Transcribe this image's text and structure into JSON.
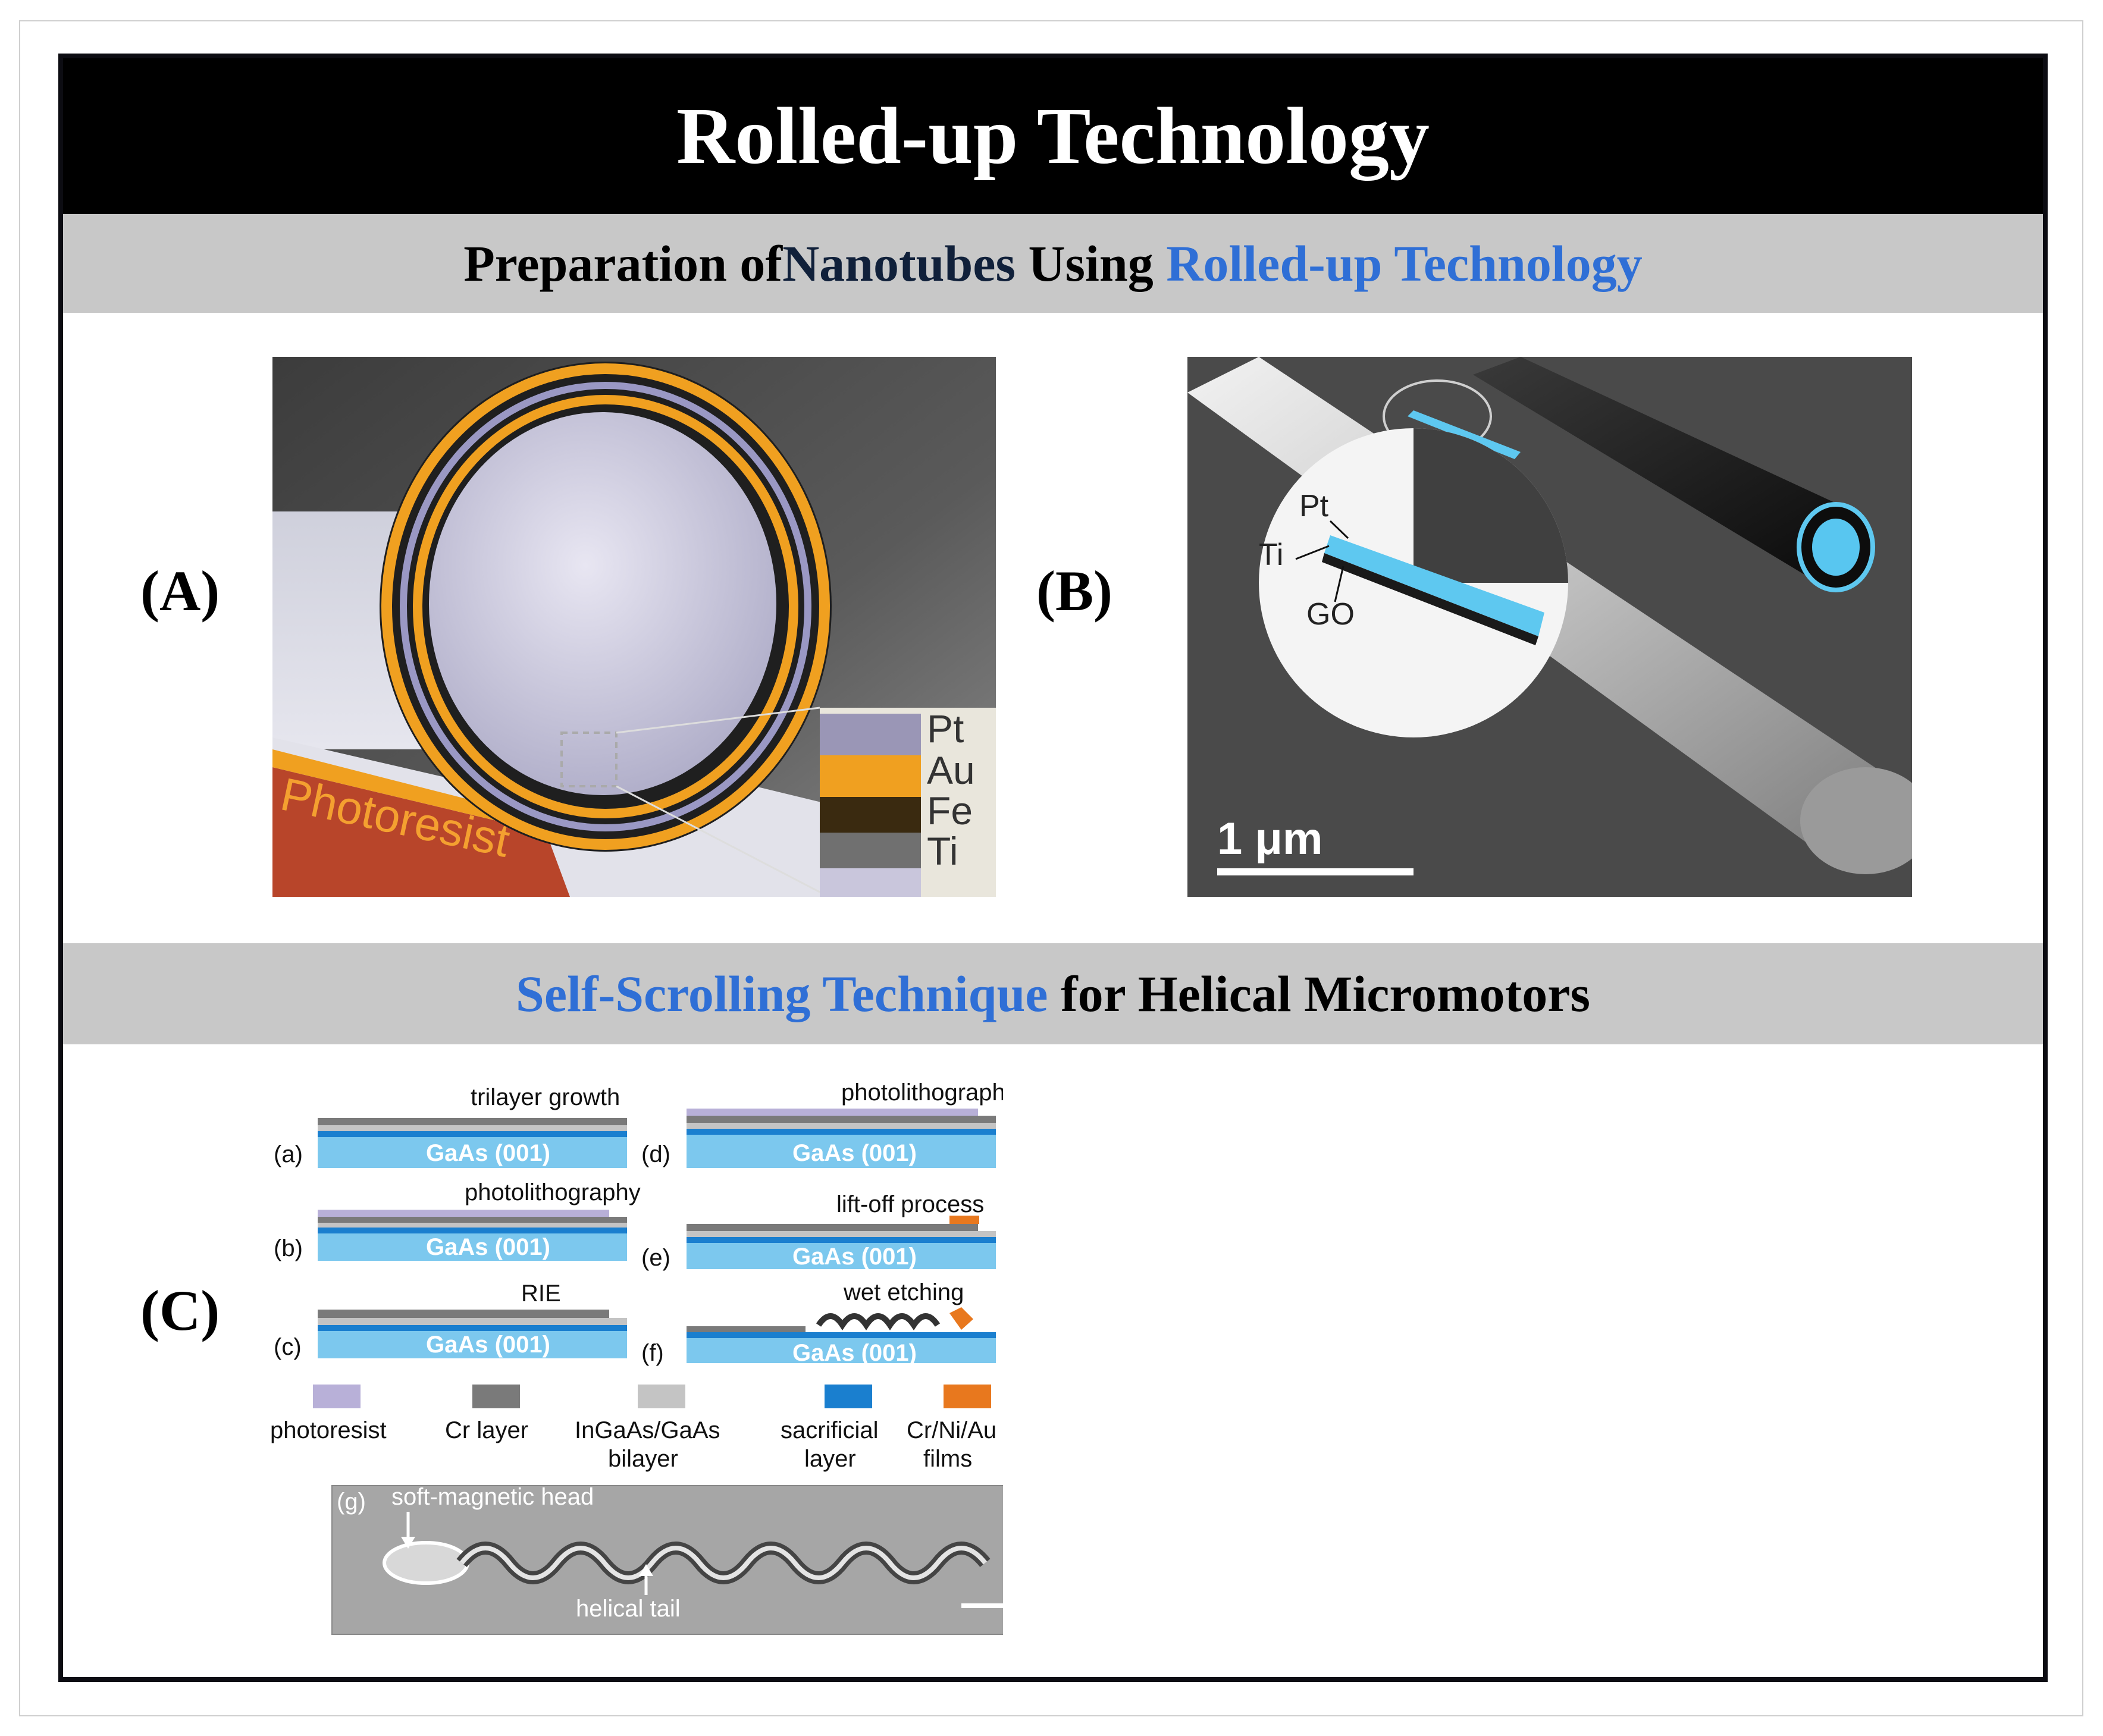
{
  "title": "Rolled-up Technology",
  "section1": {
    "part1": "Preparation of ",
    "part2": "Nanotubes",
    "part3": " Using ",
    "part4": "Rolled-up Technology"
  },
  "section2": {
    "part1": "Self-Scrolling Technique",
    "part2": " for Helical Micromotors"
  },
  "panelA": {
    "label": "(A)",
    "substrate_label": "Photoresist",
    "layers": [
      "Pt",
      "Au",
      "Fe",
      "Ti"
    ]
  },
  "panelB": {
    "label": "(B)",
    "layers": [
      "Pt",
      "Ti",
      "GO"
    ],
    "scale_bar": "1 μm"
  },
  "panelC": {
    "label": "(C)",
    "steps": [
      {
        "letter": "(a)",
        "caption": "trilayer growth",
        "substrate": "GaAs (001)"
      },
      {
        "letter": "(b)",
        "caption": "photolithography",
        "substrate": "GaAs (001)"
      },
      {
        "letter": "(c)",
        "caption": "RIE",
        "substrate": "GaAs (001)"
      },
      {
        "letter": "(d)",
        "caption": "photolithography",
        "substrate": "GaAs (001)"
      },
      {
        "letter": "(e)",
        "caption": "lift-off process",
        "substrate": "GaAs (001)"
      },
      {
        "letter": "(f)",
        "caption": "wet etching",
        "substrate": "GaAs (001)"
      }
    ],
    "legend": [
      {
        "line1": "photoresist",
        "line2": "",
        "color": "#b8b0d8"
      },
      {
        "line1": "Cr layer",
        "line2": "",
        "color": "#7a7a7a"
      },
      {
        "line1": "InGaAs/GaAs",
        "line2": "bilayer",
        "color": "#c4c4c4"
      },
      {
        "line1": "sacrificial",
        "line2": "layer",
        "color": "#1a7fcf"
      },
      {
        "line1": "Cr/Ni/Au",
        "line2": "films",
        "color": "#e8781e"
      }
    ],
    "sem": {
      "letter": "(g)",
      "head_label": "soft-magnetic head",
      "tail_label": "helical tail"
    }
  },
  "colors": {
    "title_bg": "#000000",
    "section_bg": "#c8c8c8",
    "accent_blue": "#2f6fd6",
    "gaas": "#7cc8ee",
    "orange": "#f0a020"
  }
}
